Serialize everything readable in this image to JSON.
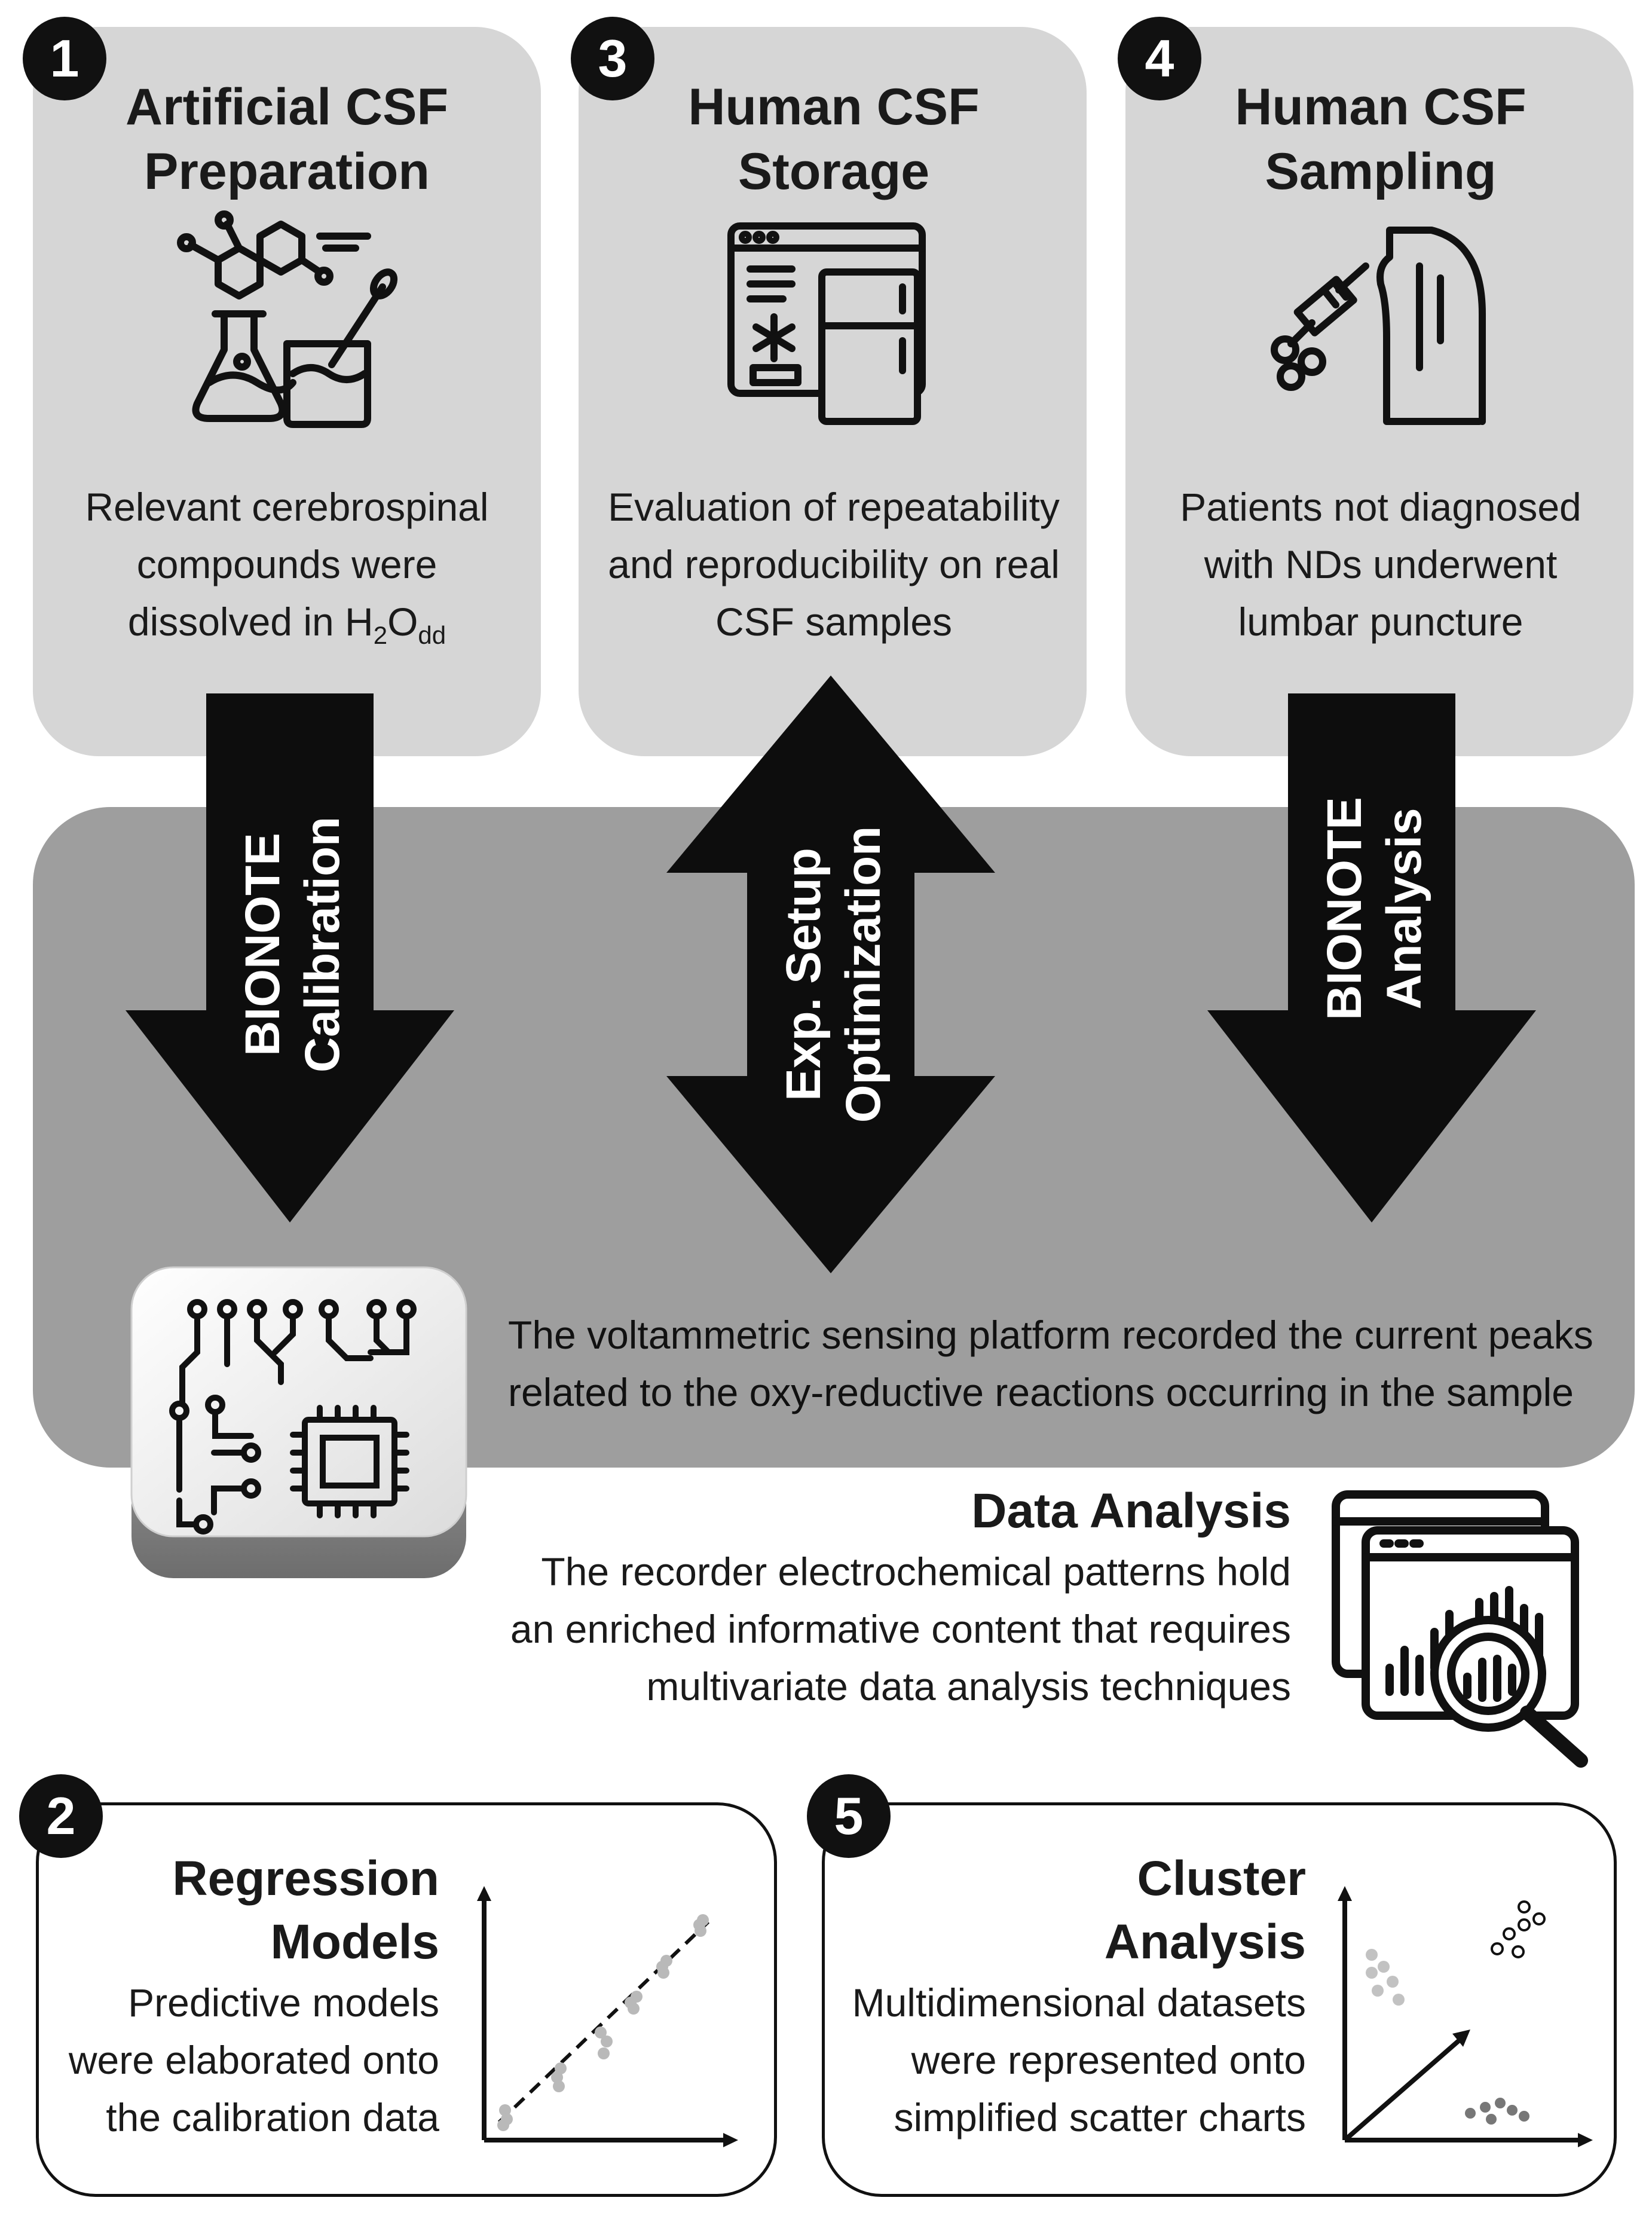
{
  "cards": [
    {
      "number": "1",
      "title_line1": "Artificial CSF",
      "title_line2": "Preparation",
      "desc_line1": "Relevant cerebrospinal",
      "desc_line2": "compounds were",
      "desc_line3_main": "dissolved in H",
      "desc_sub1": "2",
      "desc_mid": "O",
      "desc_sub2": "dd",
      "icon": "chemistry-lab-icon"
    },
    {
      "number": "3",
      "title_line1": "Human CSF",
      "title_line2": "Storage",
      "desc_line1": "Evaluation of repeatability",
      "desc_line2": "and reproducibility on real",
      "desc_line3": "CSF samples",
      "icon": "freezer-storage-icon"
    },
    {
      "number": "4",
      "title_line1": "Human CSF",
      "title_line2": "Sampling",
      "desc_line1": "Patients not diagnosed",
      "desc_line2": "with NDs underwent",
      "desc_line3": "lumbar puncture",
      "icon": "lumbar-puncture-icon"
    }
  ],
  "arrows": {
    "calibration": {
      "line1": "BIONOTE",
      "line2": "Calibration"
    },
    "optimization": {
      "line1": "Exp. Setup",
      "line2": "Optimization"
    },
    "analysis": {
      "line1": "BIONOTE",
      "line2": "Analysis"
    }
  },
  "platform": {
    "line1": "The voltammetric sensing platform recorded the current peaks",
    "line2": "related to the oxy-reductive reactions occurring in the sample",
    "icon": "circuit-chip-icon"
  },
  "data_analysis": {
    "title": "Data Analysis",
    "line1": "The recorder electrochemical patterns hold",
    "line2": "an enriched informative content that requires",
    "line3": "multivariate data analysis techniques",
    "icon": "data-magnifier-icon"
  },
  "bottom": [
    {
      "number": "2",
      "title_line1": "Regression",
      "title_line2": "Models",
      "desc_line1": "Predictive models",
      "desc_line2": "were elaborated onto",
      "desc_line3": "the calibration data",
      "icon": "regression-plot-icon"
    },
    {
      "number": "5",
      "title_line1": "Cluster",
      "title_line2": "Analysis",
      "desc_line1": "Multidimensional datasets",
      "desc_line2": "were represented onto",
      "desc_line3": "simplified scatter charts",
      "icon": "cluster-plot-icon"
    }
  ],
  "colors": {
    "card": "#d6d6d6",
    "band": "#9e9e9e",
    "arrow": "#0d0d0d",
    "badge": "#111111"
  }
}
